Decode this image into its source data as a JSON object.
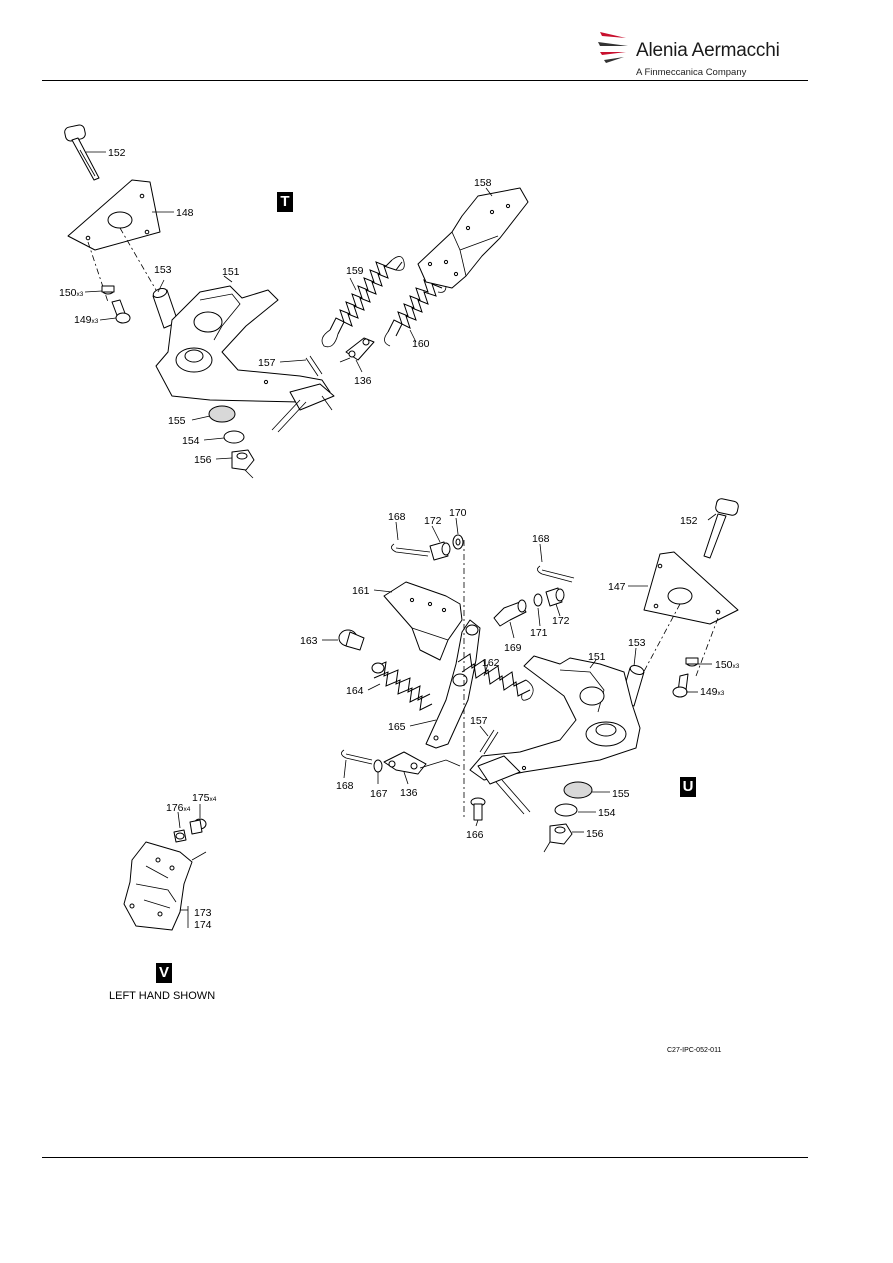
{
  "header": {
    "brand_name": "Alenia Aermacchi",
    "brand_sub": "A Finmeccanica Company"
  },
  "views": {
    "t": "T",
    "u": "U",
    "v": "V",
    "v_caption": "LEFT HAND SHOWN"
  },
  "figure_ref": "C27-IPC-052-011",
  "callouts_t": {
    "c152": "152",
    "c148": "148",
    "c153": "153",
    "c151": "151",
    "c150": "150",
    "c150_q": "x3",
    "c149": "149",
    "c149_q": "x3",
    "c155": "155",
    "c154": "154",
    "c156": "156",
    "c157": "157",
    "c136": "136",
    "c159": "159",
    "c160": "160",
    "c158": "158"
  },
  "callouts_u": {
    "c168a": "168",
    "c172a": "172",
    "c170": "170",
    "c168b": "168",
    "c161": "161",
    "c163": "163",
    "c164": "164",
    "c165": "165",
    "c162": "162",
    "c169": "169",
    "c171": "171",
    "c172b": "172",
    "c152": "152",
    "c147": "147",
    "c151": "151",
    "c153": "153",
    "c150": "150",
    "c150_q": "x3",
    "c149": "149",
    "c149_q": "x3",
    "c157": "157",
    "c168c": "168",
    "c167": "167",
    "c136": "136",
    "c166": "166",
    "c155": "155",
    "c154": "154",
    "c156": "156"
  },
  "callouts_v": {
    "c176": "176",
    "c176_q": "x4",
    "c175": "175",
    "c175_q": "x4",
    "c173": "173",
    "c174": "174"
  }
}
